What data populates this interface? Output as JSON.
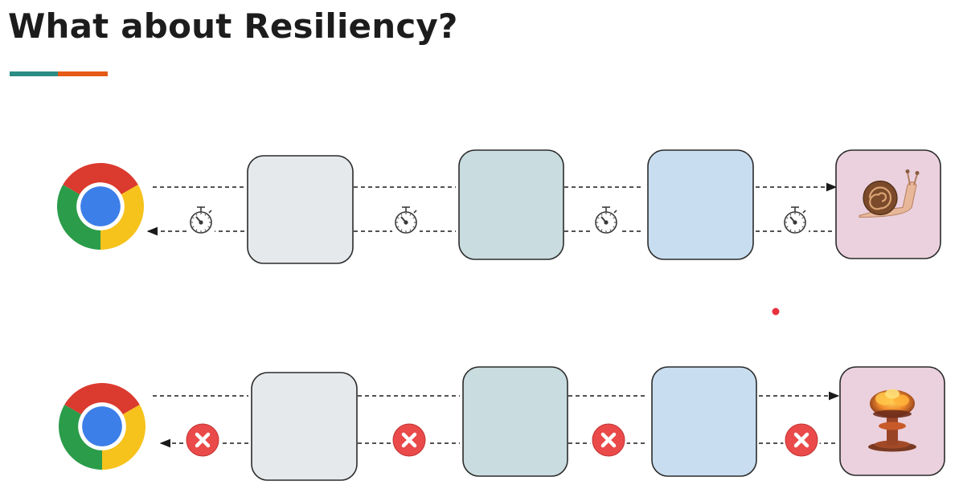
{
  "slide": {
    "title": "What about Resiliency?"
  },
  "colors": {
    "title": "#1c1c1c",
    "accent_teal": "#2a8c83",
    "accent_orange": "#e55a14",
    "box_gray": "#e6e9ec",
    "box_teal": "#c9dcdf",
    "box_blue": "#c8ddf0",
    "box_pink": "#ebd1dd",
    "box_stroke": "#2b2b2b",
    "error_red": "#ea4a4a",
    "laser_dot": "#e8303e"
  },
  "rows": [
    {
      "scenario": "slow-service",
      "client_icon": "chrome-browser-icon",
      "return_marker": "stopwatch-icon",
      "endpoint_icon": "snail-icon"
    },
    {
      "scenario": "failed-service",
      "client_icon": "chrome-browser-icon",
      "return_marker": "error-x-icon",
      "endpoint_icon": "mushroom-cloud-explosion-icon"
    }
  ]
}
